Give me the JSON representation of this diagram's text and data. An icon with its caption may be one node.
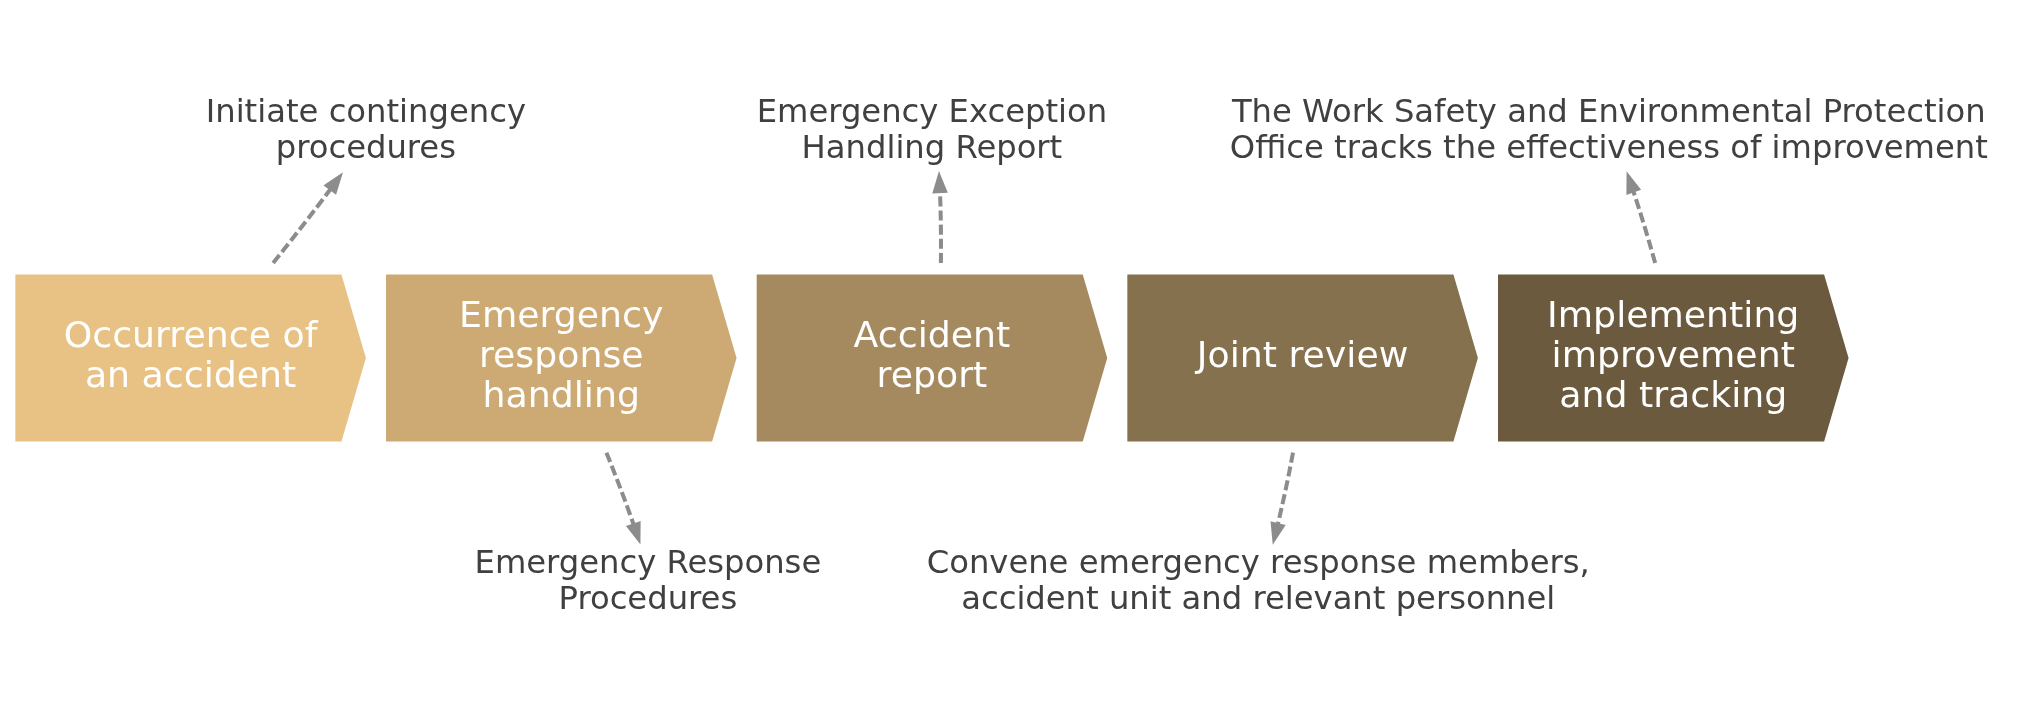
{
  "diagram": {
    "nodes": [
      {
        "text": [
          "Occurrence of an accident"
        ]
      },
      {
        "text": [
          "Emergency response handling"
        ]
      },
      {
        "text": [
          "Accident report"
        ]
      },
      {
        "text": [
          "Joint review"
        ]
      },
      {
        "text": [
          "Implementing improvement and tracking"
        ]
      },
      {
        "text": [
          "Initiate contingency procedures"
        ]
      },
      {
        "text": [
          "Emergency Exception Handling Report"
        ]
      },
      {
        "text": [
          "The Work Safety and Environmental Protection Office tracks the effectiveness of improvement"
        ]
      },
      {
        "text": [
          "Emergency Response Procedures"
        ]
      },
      {
        "text": [
          "Convene emergency response members, accident unit and relevant personnel"
        ]
      }
    ],
    "edges": [
      {
        "from": 0,
        "to": 5,
        "arrow": "to",
        "style": "dashed"
      },
      {
        "from": 2,
        "to": 6,
        "arrow": "to",
        "style": "dashed"
      },
      {
        "from": 4,
        "to": 7,
        "arrow": "to",
        "style": "dashed"
      },
      {
        "from": 1,
        "to": 8,
        "arrow": "to",
        "style": "dashed"
      },
      {
        "from": 3,
        "to": 9,
        "arrow": "to",
        "style": "dashed"
      }
    ]
  }
}
